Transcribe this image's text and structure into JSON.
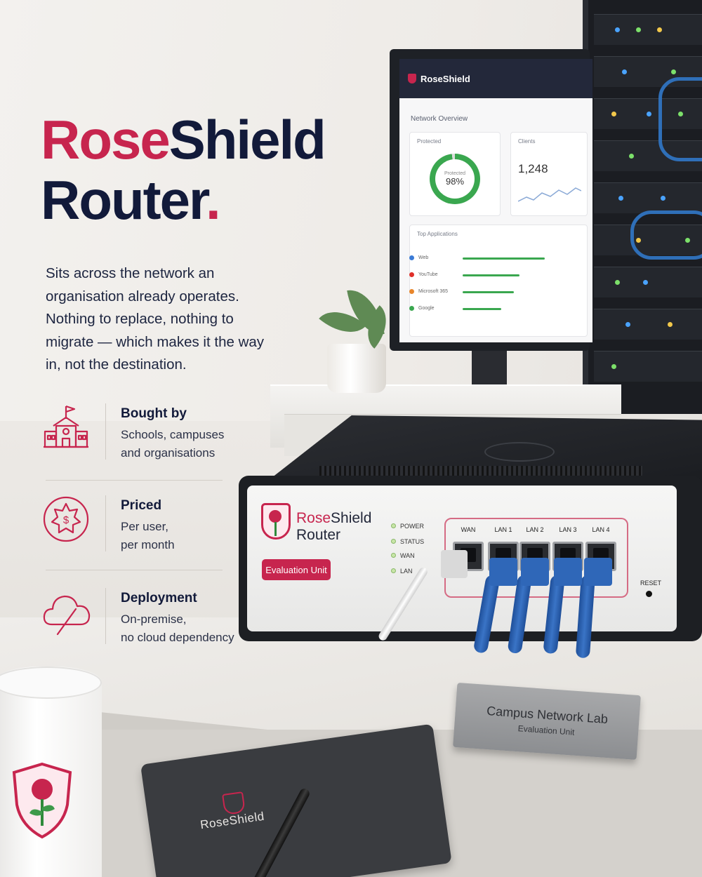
{
  "headline": {
    "part1": "Rose",
    "part2": "Shield",
    "line2": "Router",
    "period": "."
  },
  "body": "Sits across the network an organisation already operates. Nothing to replace, nothing to migrate — which makes it the way in, not the destination.",
  "features": [
    {
      "icon": "school-icon",
      "title": "Bought by",
      "desc_line1": "Schools, campuses",
      "desc_line2": "and organisations"
    },
    {
      "icon": "price-badge-icon",
      "title": "Priced",
      "desc_line1": "Per user,",
      "desc_line2": "per month"
    },
    {
      "icon": "cloud-off-icon",
      "title": "Deployment",
      "desc_line1": "On-premise,",
      "desc_line2": "no cloud dependency"
    }
  ],
  "colors": {
    "accent": "#c7254e",
    "navy": "#121a3a",
    "green": "#3aa74f"
  },
  "monitor": {
    "brand": "RoseShield",
    "title": "Network Overview",
    "protected_card_label": "Protected",
    "protected_inner_label": "Protected",
    "protected_value": "98%",
    "protected_fraction": 0.98,
    "clients_label": "Clients",
    "clients_value": "1,248",
    "top_apps_label": "Top Applications",
    "apps": [
      {
        "name": "Web",
        "color": "#3b7bd6",
        "share": 0.9
      },
      {
        "name": "YouTube",
        "color": "#e0302a",
        "share": 0.62
      },
      {
        "name": "Microsoft 365",
        "color": "#e8852a",
        "share": 0.56
      },
      {
        "name": "Google",
        "color": "#3aa74f",
        "share": 0.42
      }
    ]
  },
  "router": {
    "brand_part1": "Rose",
    "brand_part2": "Shield",
    "model": "Router",
    "badge": "Evaluation Unit",
    "leds": [
      "POWER",
      "STATUS",
      "WAN",
      "LAN"
    ],
    "ports": [
      "WAN",
      "LAN 1",
      "LAN 2",
      "LAN 3",
      "LAN 4"
    ],
    "reset": "RESET"
  },
  "nameplate": {
    "line1": "Campus Network Lab",
    "line2": "Evaluation Unit"
  },
  "notebook": {
    "brand": "RoseShield"
  }
}
